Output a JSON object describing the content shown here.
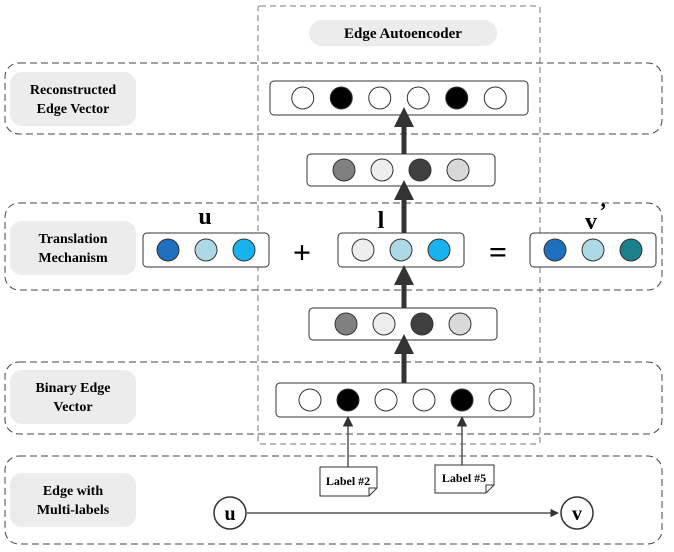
{
  "title": "Edge Autoencoder",
  "rows": {
    "reconstructed": {
      "label_line1": "Reconstructed",
      "label_line2": "Edge Vector"
    },
    "translation": {
      "label_line1": "Translation",
      "label_line2": "Mechanism"
    },
    "binary": {
      "label_line1": "Binary Edge",
      "label_line2": "Vector"
    },
    "edge": {
      "label_line1": "Edge with",
      "label_line2": "Multi-labels"
    }
  },
  "symbols": {
    "u": "u",
    "l": "l",
    "v_prime": "v",
    "prime_mark": "’",
    "plus": "+",
    "equals": "="
  },
  "labels": {
    "label2": "Label #2",
    "label5": "Label #5"
  },
  "nodes": {
    "u": "u",
    "v": "v"
  },
  "vectors": {
    "reconstructed": [
      "#ffffff",
      "#000000",
      "#ffffff",
      "#ffffff",
      "#000000",
      "#ffffff"
    ],
    "hidden_top": [
      "#808080",
      "#eeeeee",
      "#404040",
      "#d9d9d9"
    ],
    "u": [
      "#1f6fbf",
      "#add8e6",
      "#1ab2ee"
    ],
    "l": [
      "#eeeeee",
      "#add8e6",
      "#1ab2ee"
    ],
    "v_prime": [
      "#1f6fbf",
      "#add8e6",
      "#1c7f8c"
    ],
    "hidden_bottom": [
      "#808080",
      "#eeeeee",
      "#404040",
      "#d9d9d9"
    ],
    "binary": [
      "#ffffff",
      "#000000",
      "#ffffff",
      "#ffffff",
      "#000000",
      "#ffffff"
    ]
  },
  "colors": {
    "row_label_bg": "#ececec",
    "stroke": "#333333",
    "dash": "#555555"
  }
}
